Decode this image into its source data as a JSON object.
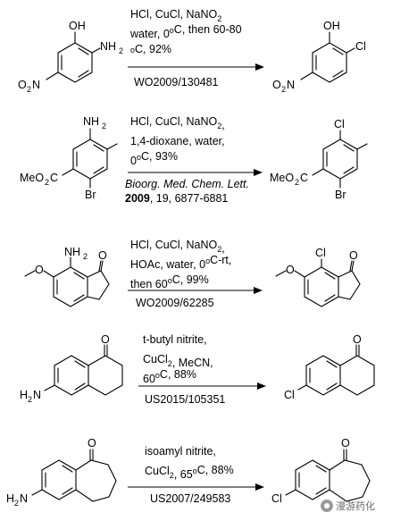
{
  "reactions": [
    {
      "lines": [
        [
          {
            "t": "HCl, CuCl, NaNO"
          },
          {
            "t": "2",
            "sub": true
          }
        ],
        [
          {
            "t": "water, 0"
          },
          {
            "t": "o",
            "sup": true
          },
          {
            "t": "C, then 60-80"
          }
        ],
        [
          {
            "t": "o",
            "sup": true
          },
          {
            "t": "C, 92%"
          }
        ]
      ],
      "ref": [
        {
          "t": "WO2009/130481"
        }
      ],
      "sm_labels": [
        "OH",
        "NH",
        "2",
        "O",
        "2",
        "N"
      ],
      "prod_labels": [
        "OH",
        "Cl",
        "O",
        "2",
        "N"
      ]
    },
    {
      "lines": [
        [
          {
            "t": "HCl, CuCl, NaNO"
          },
          {
            "t": "2",
            "sub": true
          },
          {
            "t": ","
          }
        ],
        [
          {
            "t": "1,4-dioxane, water,"
          }
        ],
        [
          {
            "t": "0"
          },
          {
            "t": "o",
            "sup": true
          },
          {
            "t": "C, 93%"
          }
        ]
      ],
      "ref": [
        {
          "t": "Bioorg. Med. Chem. Lett.",
          "it": true
        }
      ],
      "ref2": [
        {
          "t": "2009",
          "b": true
        },
        {
          "t": ", 19,  6877-6881"
        }
      ],
      "sm_labels": [
        "NH",
        "2",
        "MeO",
        "2",
        "C",
        "Br"
      ],
      "prod_labels": [
        "Cl",
        "MeO",
        "2",
        "C",
        "Br"
      ]
    },
    {
      "lines": [
        [
          {
            "t": "HCl, CuCl, NaNO"
          },
          {
            "t": "2",
            "sub": true
          },
          {
            "t": ","
          }
        ],
        [
          {
            "t": "HOAc, water, 0"
          },
          {
            "t": "o",
            "sup": true
          },
          {
            "t": "C-rt,"
          }
        ],
        [
          {
            "t": "then 60"
          },
          {
            "t": "o",
            "sup": true
          },
          {
            "t": "C, 99%"
          }
        ]
      ],
      "ref": [
        {
          "t": "WO2009/62285"
        }
      ],
      "sm_labels": [
        "NH",
        "2",
        "O",
        "O"
      ],
      "prod_labels": [
        "Cl",
        "O",
        "O"
      ]
    },
    {
      "lines": [
        [
          {
            "t": "t-butyl nitrite,"
          }
        ],
        [
          {
            "t": "CuCl"
          },
          {
            "t": "2",
            "sub": true
          },
          {
            "t": ", MeCN,"
          }
        ],
        [
          {
            "t": "60"
          },
          {
            "t": "o",
            "sup": true
          },
          {
            "t": "C, 88%"
          }
        ]
      ],
      "ref": [
        {
          "t": "US2015/105351"
        }
      ],
      "sm_labels": [
        "O",
        "H",
        "2",
        "N"
      ],
      "prod_labels": [
        "O",
        "Cl"
      ]
    },
    {
      "lines": [
        [
          {
            "t": "isoamyl nitrite,"
          }
        ],
        [
          {
            "t": "CuCl"
          },
          {
            "t": "2",
            "sub": true
          },
          {
            "t": ", 65"
          },
          {
            "t": "o",
            "sup": true
          },
          {
            "t": "C, 88%"
          }
        ]
      ],
      "ref": [
        {
          "t": "US2007/249583"
        }
      ],
      "sm_labels": [
        "O",
        "H",
        "2",
        "N"
      ],
      "prod_labels": [
        "O",
        "Cl"
      ]
    }
  ],
  "watermark": "漫游药化"
}
